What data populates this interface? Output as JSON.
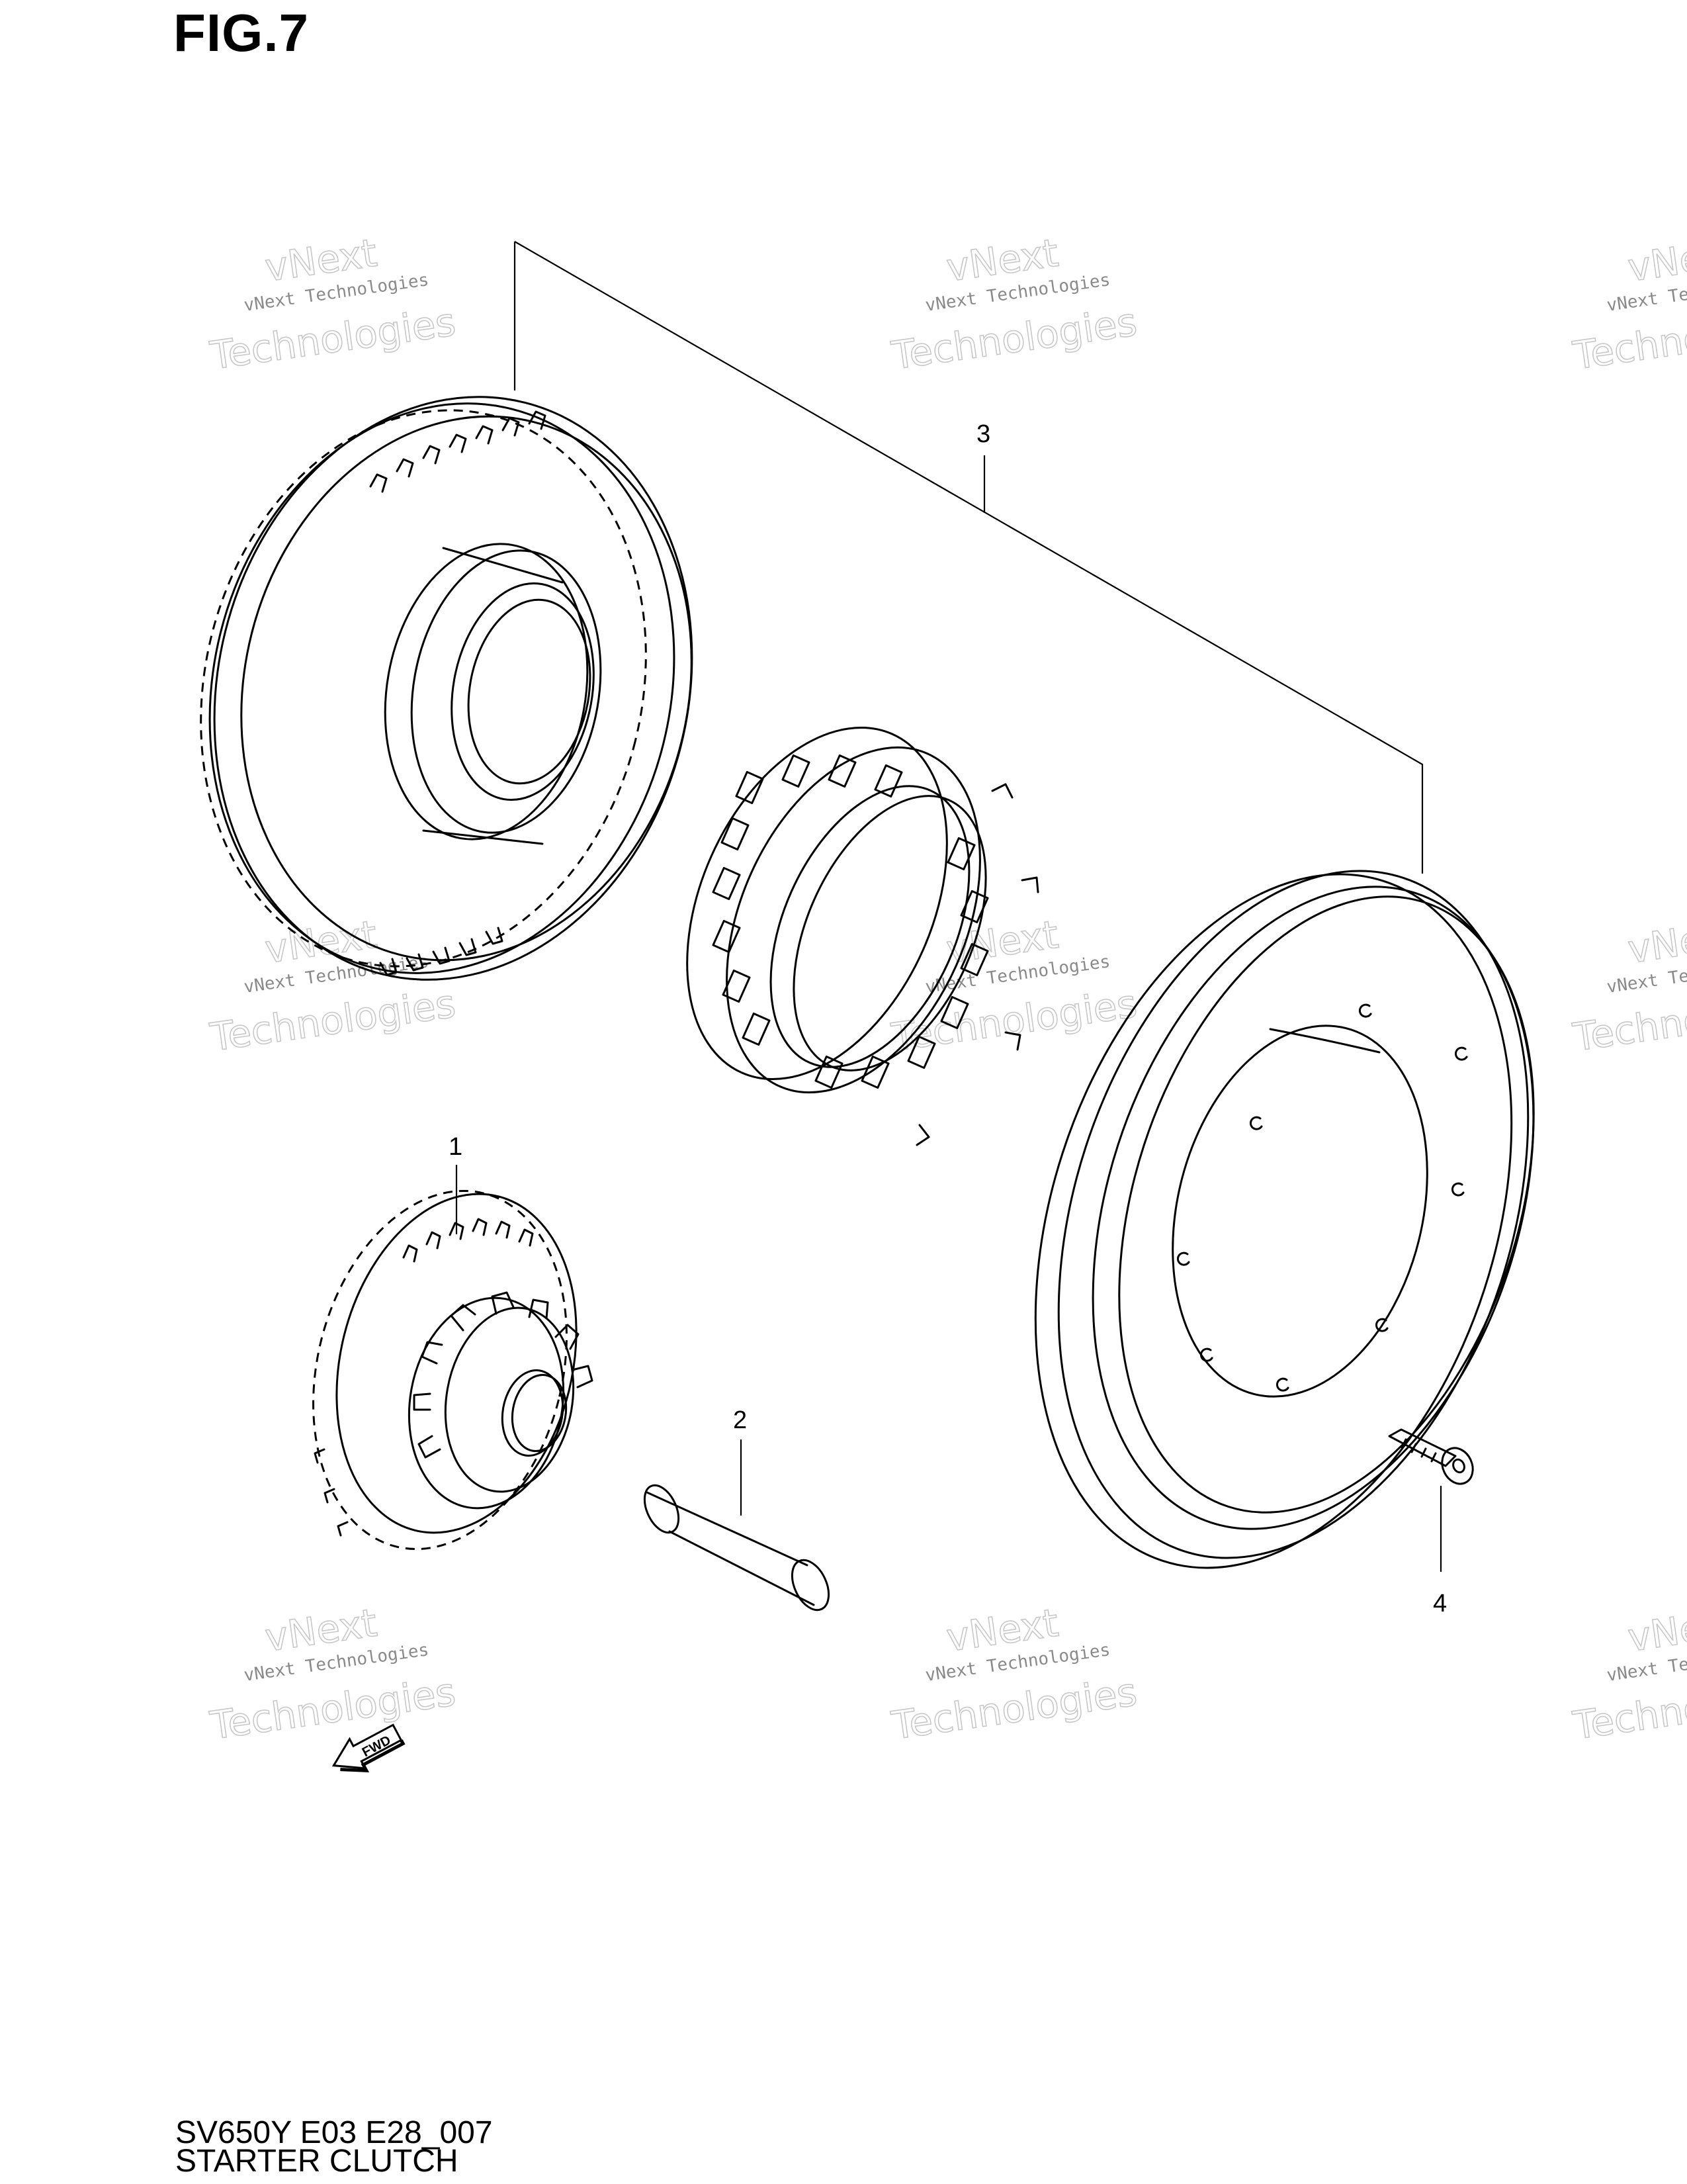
{
  "figure": {
    "title": "FIG.7",
    "model_code": "SV650Y E03 E28_007",
    "assembly_name": "STARTER CLUTCH"
  },
  "callouts": [
    "1",
    "2",
    "3",
    "4"
  ],
  "watermark": {
    "line1": "vNext Technologies",
    "line2": "vNext",
    "line3": "Technologies"
  },
  "direction_badge": "FWD"
}
